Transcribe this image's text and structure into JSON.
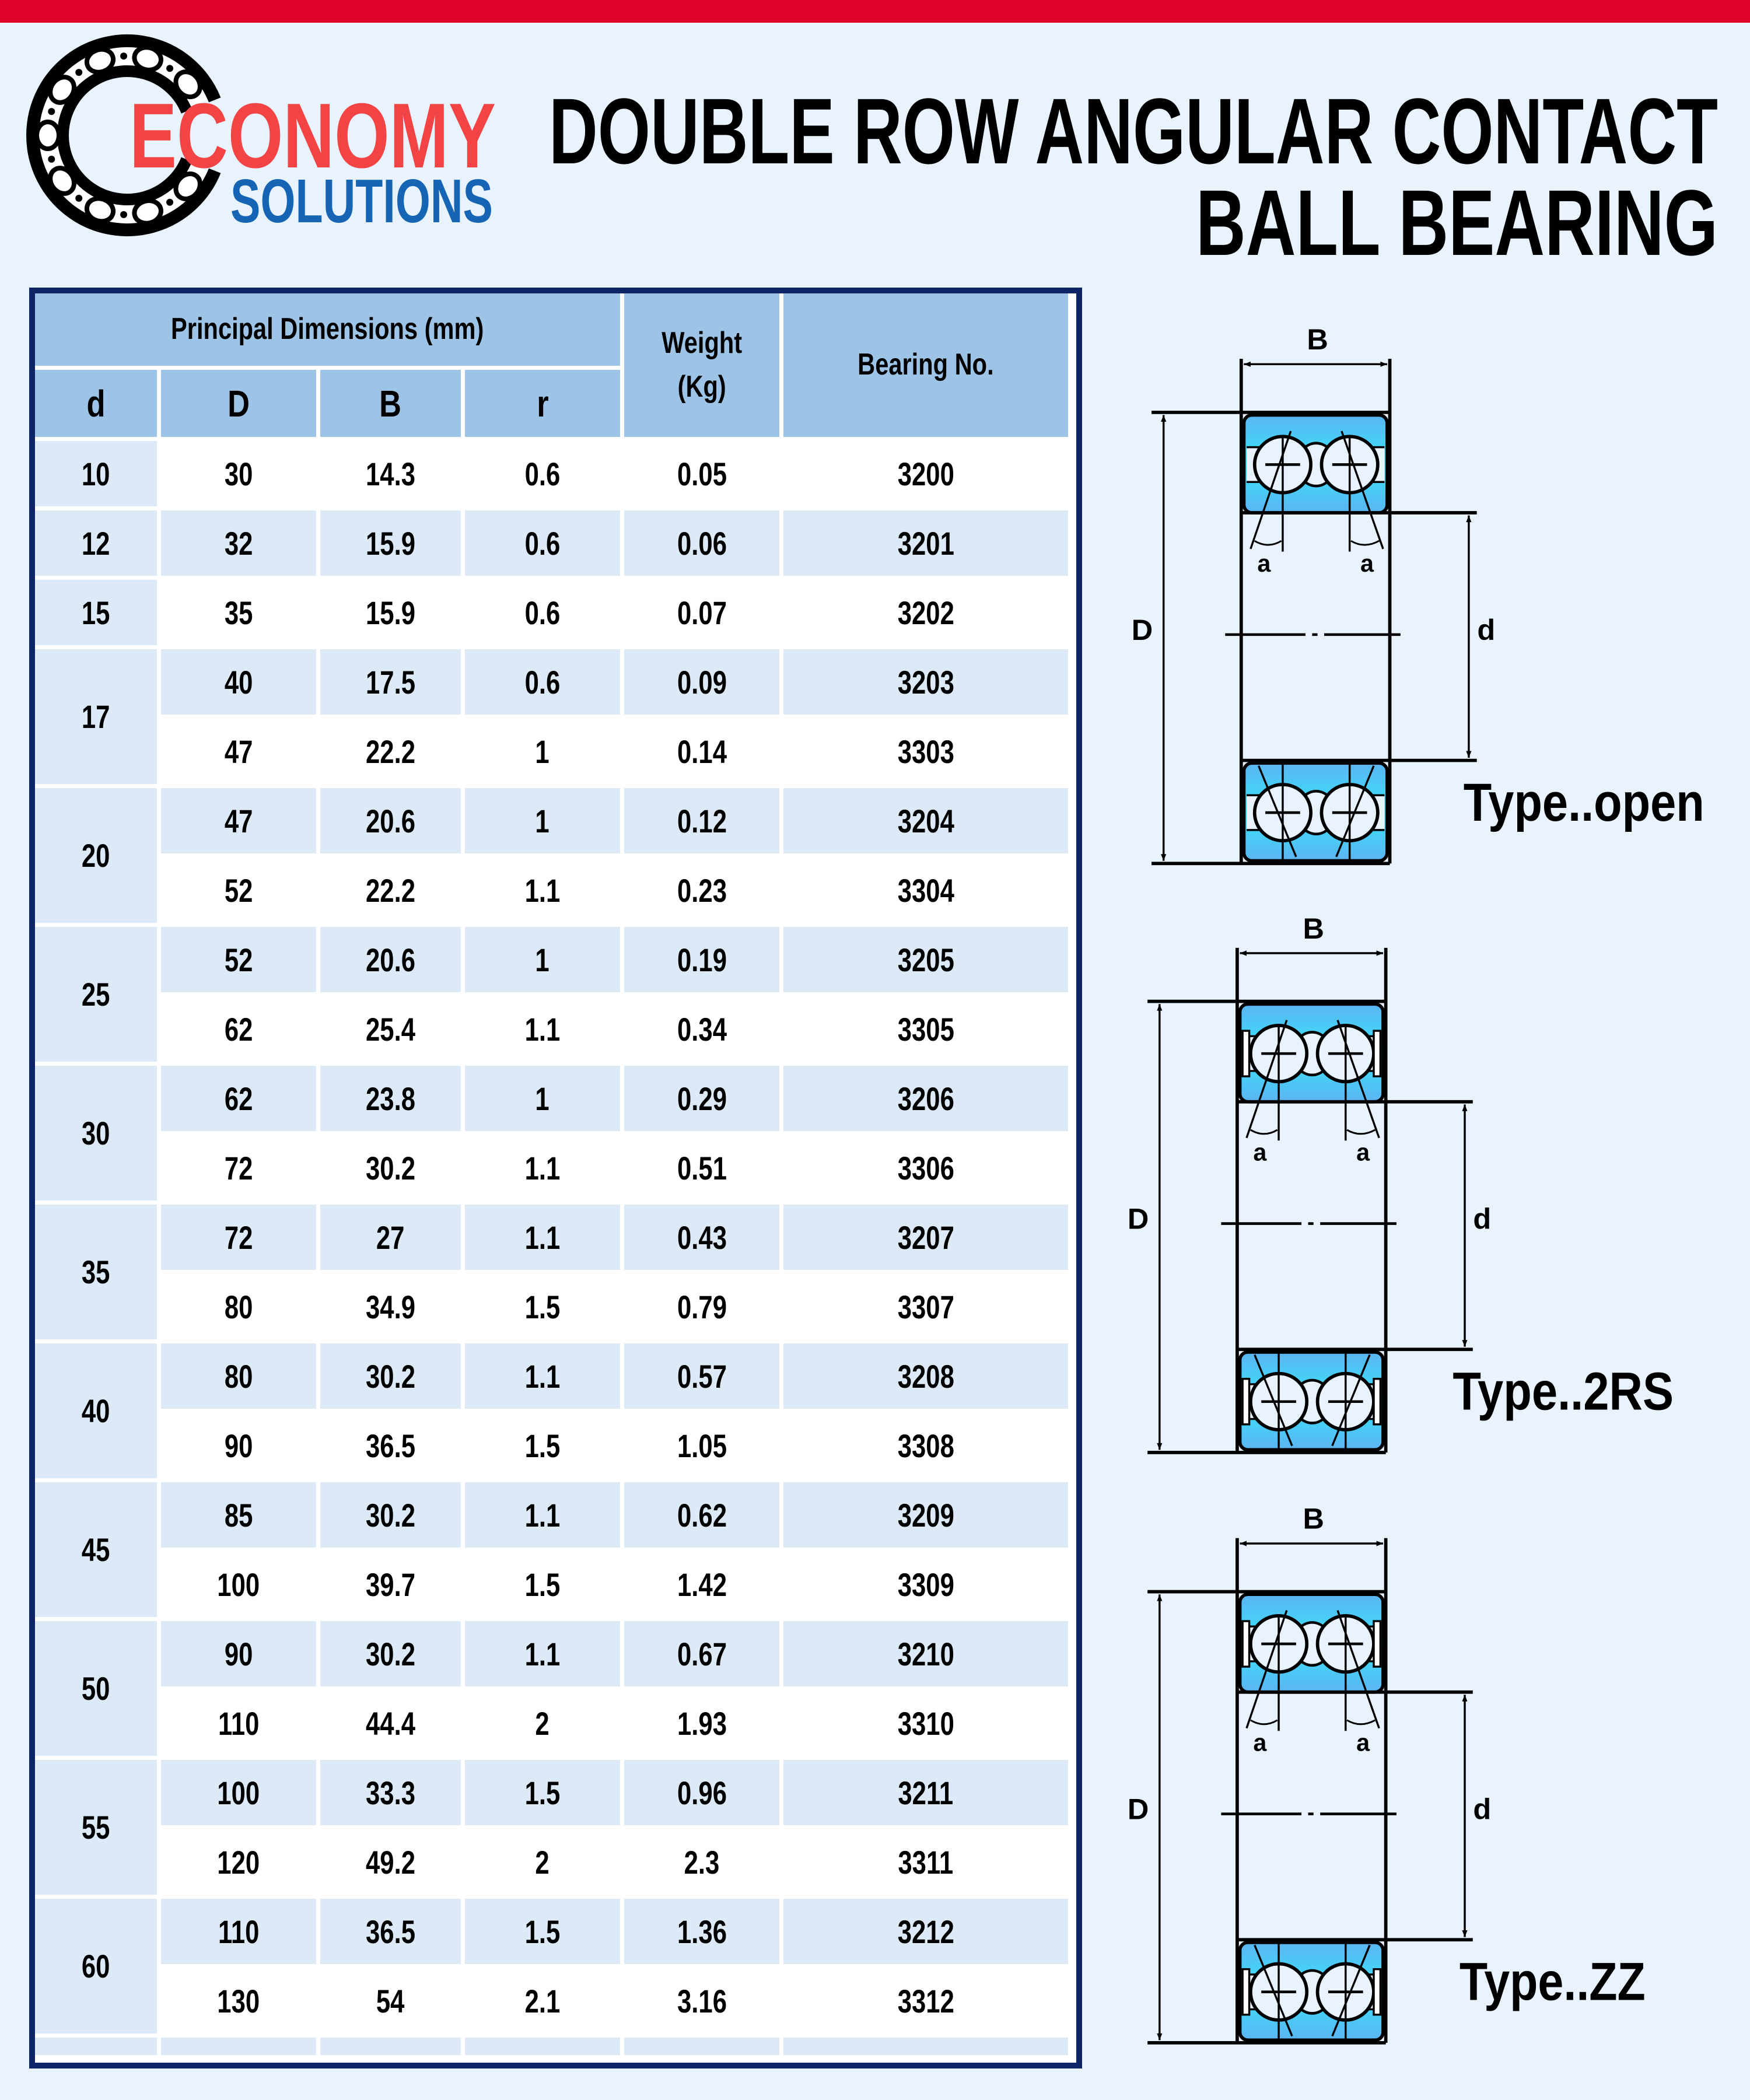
{
  "logo": {
    "line1": "ECONOMY",
    "line2": "SOLUTIONS"
  },
  "title": {
    "line1": "DOUBLE ROW ANGULAR CONTACT",
    "line2": "BALL BEARING"
  },
  "colors": {
    "top_bar": "#e0042c",
    "header_fill": "#9dc3e7",
    "row_alt": "#dce9f6",
    "table_border": "#0d2466",
    "ring_blue": "#3fd8f5",
    "logo_red": "#f24444",
    "logo_blue": "#1565b4"
  },
  "table": {
    "group_header": "Principal Dimensions (mm)",
    "col_d": "d",
    "col_D": "D",
    "col_B": "B",
    "col_r": "r",
    "weight_line1": "Weight",
    "weight_line2": "(Kg)",
    "bearing_no": "Bearing No.",
    "groups": [
      {
        "d": "10",
        "rows": [
          {
            "D": "30",
            "B": "14.3",
            "r": "0.6",
            "w": "0.05",
            "no": "3200"
          }
        ]
      },
      {
        "d": "12",
        "rows": [
          {
            "D": "32",
            "B": "15.9",
            "r": "0.6",
            "w": "0.06",
            "no": "3201"
          }
        ]
      },
      {
        "d": "15",
        "rows": [
          {
            "D": "35",
            "B": "15.9",
            "r": "0.6",
            "w": "0.07",
            "no": "3202"
          }
        ]
      },
      {
        "d": "17",
        "rows": [
          {
            "D": "40",
            "B": "17.5",
            "r": "0.6",
            "w": "0.09",
            "no": "3203"
          },
          {
            "D": "47",
            "B": "22.2",
            "r": "1",
            "w": "0.14",
            "no": "3303"
          }
        ]
      },
      {
        "d": "20",
        "rows": [
          {
            "D": "47",
            "B": "20.6",
            "r": "1",
            "w": "0.12",
            "no": "3204"
          },
          {
            "D": "52",
            "B": "22.2",
            "r": "1.1",
            "w": "0.23",
            "no": "3304"
          }
        ]
      },
      {
        "d": "25",
        "rows": [
          {
            "D": "52",
            "B": "20.6",
            "r": "1",
            "w": "0.19",
            "no": "3205"
          },
          {
            "D": "62",
            "B": "25.4",
            "r": "1.1",
            "w": "0.34",
            "no": "3305"
          }
        ]
      },
      {
        "d": "30",
        "rows": [
          {
            "D": "62",
            "B": "23.8",
            "r": "1",
            "w": "0.29",
            "no": "3206"
          },
          {
            "D": "72",
            "B": "30.2",
            "r": "1.1",
            "w": "0.51",
            "no": "3306"
          }
        ]
      },
      {
        "d": "35",
        "rows": [
          {
            "D": "72",
            "B": "27",
            "r": "1.1",
            "w": "0.43",
            "no": "3207"
          },
          {
            "D": "80",
            "B": "34.9",
            "r": "1.5",
            "w": "0.79",
            "no": "3307"
          }
        ]
      },
      {
        "d": "40",
        "rows": [
          {
            "D": "80",
            "B": "30.2",
            "r": "1.1",
            "w": "0.57",
            "no": "3208"
          },
          {
            "D": "90",
            "B": "36.5",
            "r": "1.5",
            "w": "1.05",
            "no": "3308"
          }
        ]
      },
      {
        "d": "45",
        "rows": [
          {
            "D": "85",
            "B": "30.2",
            "r": "1.1",
            "w": "0.62",
            "no": "3209"
          },
          {
            "D": "100",
            "B": "39.7",
            "r": "1.5",
            "w": "1.42",
            "no": "3309"
          }
        ]
      },
      {
        "d": "50",
        "rows": [
          {
            "D": "90",
            "B": "30.2",
            "r": "1.1",
            "w": "0.67",
            "no": "3210"
          },
          {
            "D": "110",
            "B": "44.4",
            "r": "2",
            "w": "1.93",
            "no": "3310"
          }
        ]
      },
      {
        "d": "55",
        "rows": [
          {
            "D": "100",
            "B": "33.3",
            "r": "1.5",
            "w": "0.96",
            "no": "3211"
          },
          {
            "D": "120",
            "B": "49.2",
            "r": "2",
            "w": "2.3",
            "no": "3311"
          }
        ]
      },
      {
        "d": "60",
        "rows": [
          {
            "D": "110",
            "B": "36.5",
            "r": "1.5",
            "w": "1.36",
            "no": "3212"
          },
          {
            "D": "130",
            "B": "54",
            "r": "2.1",
            "w": "3.16",
            "no": "3312"
          }
        ]
      }
    ]
  },
  "diagrams": [
    {
      "type_label": "Type..open",
      "variant": "open",
      "B": "B",
      "D": "D",
      "d": "d",
      "a": "a"
    },
    {
      "type_label": "Type..2RS",
      "variant": "2rs",
      "B": "B",
      "D": "D",
      "d": "d",
      "a": "a"
    },
    {
      "type_label": "Type..ZZ",
      "variant": "zz",
      "B": "B",
      "D": "D",
      "d": "d",
      "a": "a"
    }
  ]
}
